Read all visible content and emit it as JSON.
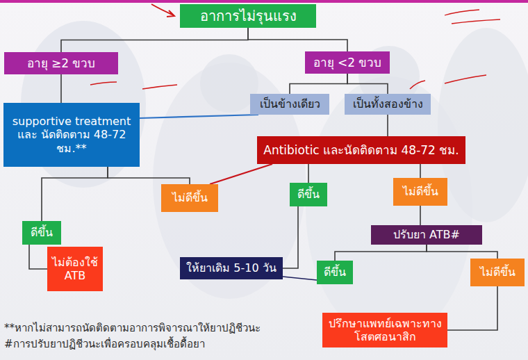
{
  "diagram": {
    "nodes": [
      {
        "text": [
          "อาการไม่รุนแรง"
        ]
      },
      {
        "text": [
          "อายุ ≥2 ขวบ"
        ]
      },
      {
        "text": [
          "อายุ <2 ขวบ"
        ]
      },
      {
        "text": [
          "เป็นข้างเดียว"
        ]
      },
      {
        "text": [
          "เป็นทั้งสองข้าง"
        ]
      },
      {
        "text": [
          "supportive treatment และ นัดติดตาม 48-72 ชม.**"
        ]
      },
      {
        "text": [
          "Antibiotic และนัดติดตาม 48-72 ชม."
        ]
      },
      {
        "text": [
          "ไม่ดีขึ้น"
        ]
      },
      {
        "text": [
          "ดีขึ้น"
        ]
      },
      {
        "text": [
          "ไม่ดีขึ้น"
        ]
      },
      {
        "text": [
          "ดีขึ้น"
        ]
      },
      {
        "text": [
          "ปรับยา ATB#"
        ]
      },
      {
        "text": [
          "ให้ยาเดิม 5-10 วัน"
        ]
      },
      {
        "text": [
          "ดีขึ้น"
        ]
      },
      {
        "text": [
          "ไม่ดีขึ้น"
        ]
      },
      {
        "text": [
          "ไม่ต้องใช้ ATB"
        ]
      },
      {
        "text": [
          "ปรึกษาแพทย์เฉพาะทาง โสตศอนาสิก"
        ]
      }
    ],
    "edges": [
      {
        "from": 0,
        "to": 1,
        "arrow": "none"
      },
      {
        "from": 0,
        "to": 2,
        "arrow": "none"
      },
      {
        "from": 1,
        "to": 5,
        "arrow": "none"
      },
      {
        "from": 2,
        "to": 3,
        "arrow": "none"
      },
      {
        "from": 2,
        "to": 4,
        "arrow": "none"
      },
      {
        "from": 3,
        "to": 5,
        "arrow": "none"
      },
      {
        "from": 4,
        "to": 6,
        "arrow": "none"
      },
      {
        "from": 5,
        "to": 10,
        "arrow": "none"
      },
      {
        "from": 5,
        "to": 7,
        "arrow": "none"
      },
      {
        "from": 7,
        "to": 6,
        "arrow": "none"
      },
      {
        "from": 6,
        "to": 8,
        "arrow": "none"
      },
      {
        "from": 6,
        "to": 9,
        "arrow": "none"
      },
      {
        "from": 8,
        "to": 12,
        "arrow": "none"
      },
      {
        "from": 9,
        "to": 11,
        "arrow": "none"
      },
      {
        "from": 11,
        "to": 13,
        "arrow": "none"
      },
      {
        "from": 11,
        "to": 14,
        "arrow": "none"
      },
      {
        "from": 13,
        "to": 12,
        "arrow": "none"
      },
      {
        "from": 14,
        "to": 16,
        "arrow": "none"
      },
      {
        "from": 10,
        "to": 15,
        "arrow": "none"
      }
    ],
    "labels": [
      "**หากไม่สามารถนัดติดตามอาการพิจารณาให้ยาปฏิชีวนะ",
      "#การปรับยาปฏิชีวนะเพื่อครอบคลุมเชื้อดื้อยา"
    ]
  }
}
